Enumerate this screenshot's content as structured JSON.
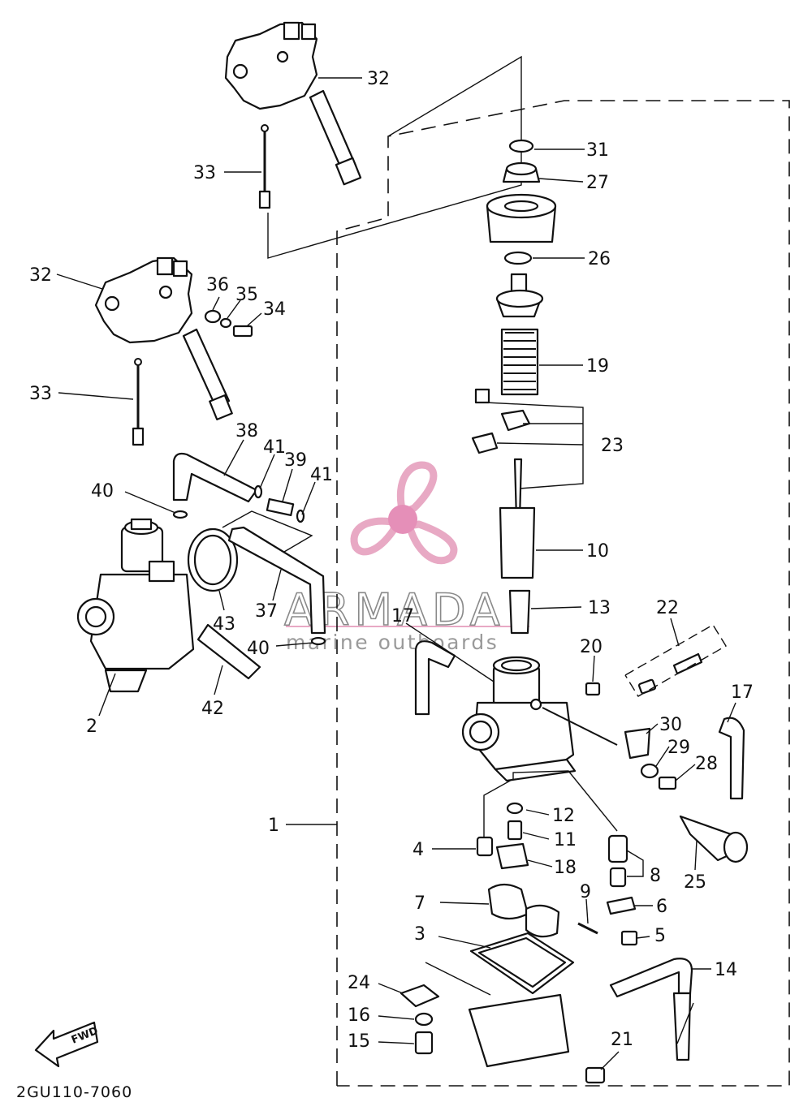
{
  "diagram_code": "2GU110-7060",
  "fwd_label": "FWD",
  "watermark": {
    "brand": "ARMADA",
    "tagline": "marine outboards",
    "colors": {
      "pink": "#e8a9c4",
      "pink_dark": "#e58fb8",
      "gray": "#8a8a8a"
    }
  },
  "callouts": [
    "32",
    "33",
    "31",
    "27",
    "26",
    "32",
    "36",
    "35",
    "34",
    "19",
    "33",
    "23",
    "38",
    "41",
    "39",
    "41",
    "40",
    "10",
    "43",
    "37",
    "13",
    "22",
    "17",
    "20",
    "40",
    "2",
    "42",
    "17",
    "30",
    "29",
    "28",
    "12",
    "1",
    "11",
    "4",
    "18",
    "8",
    "25",
    "7",
    "9",
    "6",
    "3",
    "5",
    "14",
    "24",
    "16",
    "15",
    "21"
  ]
}
